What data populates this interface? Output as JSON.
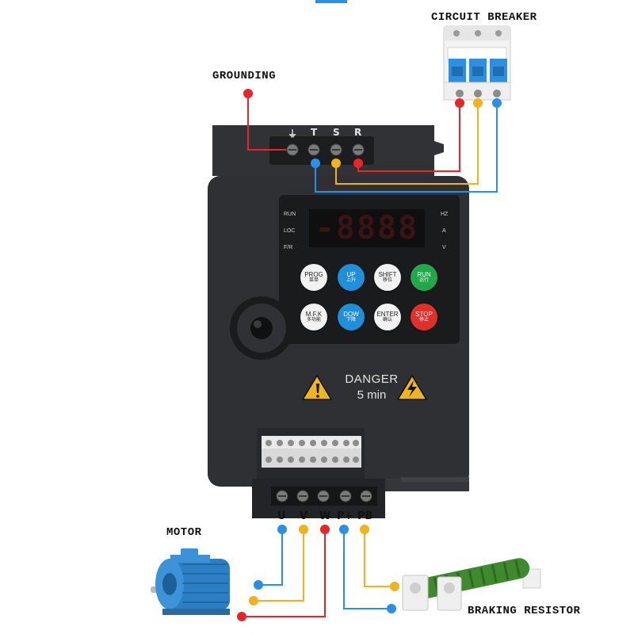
{
  "labels": {
    "circuit_breaker": "CIRCUIT BREAKER",
    "grounding": "GROUNDING",
    "motor": "MOTOR",
    "braking_resistor": "BRAKING RESISTOR"
  },
  "input_terminals": [
    "⏚",
    "T",
    "S",
    "R"
  ],
  "output_terminals": [
    "U",
    "V",
    "W",
    "P+",
    "PB"
  ],
  "display": {
    "digits": "-8888",
    "left_indicators": [
      "RUN",
      "LOC",
      "F/R"
    ],
    "right_indicators": [
      "HZ",
      "A",
      "V"
    ]
  },
  "keys": [
    {
      "top": "PROG",
      "bottom": "菜单"
    },
    {
      "top": "UP",
      "bottom": "上升"
    },
    {
      "top": "SHIFT",
      "bottom": "移位"
    },
    {
      "top": "RUN",
      "bottom": "运行"
    },
    {
      "top": "M.F.K",
      "bottom": "多功能"
    },
    {
      "top": "DOW",
      "bottom": "下降"
    },
    {
      "top": "ENTER",
      "bottom": "确认"
    },
    {
      "top": "STOP",
      "bottom": "停止"
    }
  ],
  "warning": {
    "line1": "DANGER",
    "line2": "5 min"
  },
  "colors": {
    "red": "#e8262a",
    "yellow": "#f2b21b",
    "blue": "#2a8fe6",
    "body": "#2b2d30",
    "panel": "#1b1c1e"
  }
}
